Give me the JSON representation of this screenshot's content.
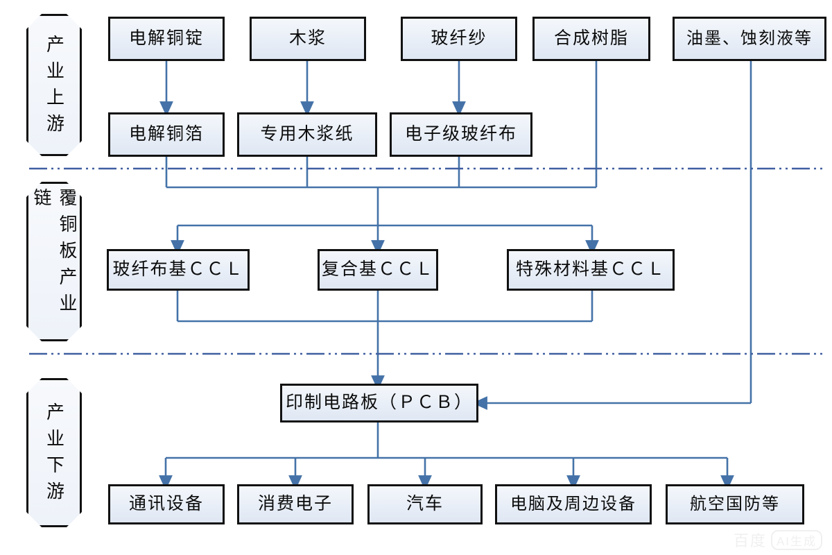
{
  "diagram": {
    "title": "覆铜板产业链",
    "watermark": {
      "brand": "百度",
      "tag": "AI生成"
    },
    "colors": {
      "box_border": "#111111",
      "box_fill": "#e8eef7",
      "connector": "#4472a8",
      "divider": "#3f5fa0",
      "text": "#0b0b0b"
    },
    "stages": [
      {
        "id": "upstream",
        "label": "产业上游"
      },
      {
        "id": "ccl",
        "label": "覆铜板产业链"
      },
      {
        "id": "downstream",
        "label": "产业下游"
      }
    ],
    "nodes": {
      "raw_materials": [
        {
          "id": "copper-ingot",
          "label": "电解铜锭"
        },
        {
          "id": "wood-pulp",
          "label": "木浆"
        },
        {
          "id": "glass-yarn",
          "label": "玻纤纱"
        },
        {
          "id": "resin",
          "label": "合成树脂"
        },
        {
          "id": "ink-etchant",
          "label": "油墨、蚀刻液等"
        }
      ],
      "intermediates": [
        {
          "id": "copper-foil",
          "label": "电解铜箔"
        },
        {
          "id": "pulp-paper",
          "label": "专用木浆纸"
        },
        {
          "id": "glass-cloth",
          "label": "电子级玻纤布"
        }
      ],
      "ccl_types": [
        {
          "id": "ccl-glass",
          "label": "玻纤布基ＣＣＬ"
        },
        {
          "id": "ccl-composite",
          "label": "复合基ＣＣＬ"
        },
        {
          "id": "ccl-special",
          "label": "特殊材料基ＣＣＬ"
        }
      ],
      "pcb": {
        "id": "pcb",
        "label": "印制电路板（ＰＣＢ）"
      },
      "applications": [
        {
          "id": "telecom",
          "label": "通讯设备"
        },
        {
          "id": "consumer",
          "label": "消费电子"
        },
        {
          "id": "automotive",
          "label": "汽车"
        },
        {
          "id": "computer",
          "label": "电脑及周边设备"
        },
        {
          "id": "aerospace",
          "label": "航空国防等"
        }
      ]
    }
  }
}
